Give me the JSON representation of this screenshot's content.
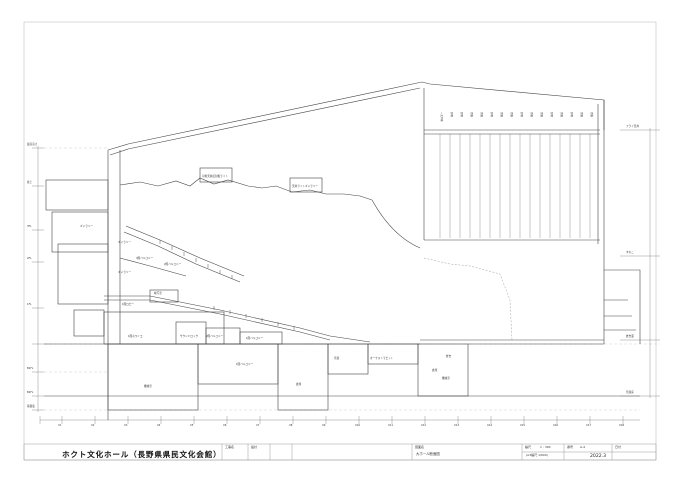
{
  "drawing": {
    "title": "ホクト文化ホール（長野県県民文化会館）",
    "sheet_name": "大ホール断面図",
    "scale": "1 : 300",
    "scale_note": "(A3縮尺 1/600)",
    "date": "2022.3",
    "sheet_number": "A-4"
  },
  "title_block": {
    "labels": [
      "工事名",
      "設計",
      "図面名",
      "縮尺",
      "番号",
      "日付"
    ]
  },
  "room_labels": [
    "ギャラリー",
    "ギャラリー",
    "3階バルコニー",
    "2階バルコニー",
    "ギャラリー",
    "映写室",
    "1階ロビー",
    "サウンドロック",
    "2階バルコニー",
    "1階バルコニー",
    "1階ホワイエ",
    "1階バルコニー",
    "機械室",
    "倉庫",
    "オーケストラピット",
    "奈落",
    "機械室",
    "舞台",
    "倉庫",
    "可動天井反射板ライト",
    "天井ライトギャラリー"
  ],
  "level_labels": [
    "最高高さ",
    "屋上",
    "3FL",
    "2FL",
    "1FL",
    "B1FL",
    "B2FL",
    "基礎底"
  ],
  "right_level_labels": [
    "フライ天井",
    "すのこ",
    "舞台面",
    "奈落床"
  ],
  "grid_labels": [
    "X1",
    "X2",
    "X3",
    "X4",
    "X5",
    "X6",
    "X7",
    "X8",
    "X9",
    "X10",
    "X11",
    "X12",
    "X13",
    "X14",
    "X15",
    "X16",
    "X17",
    "X18"
  ],
  "fly_batten_labels": [
    "一文字幕",
    "照明",
    "照明",
    "吊物",
    "吊物",
    "照明",
    "吊物",
    "吊物",
    "照明",
    "吊物",
    "吊物",
    "照明",
    "吊物",
    "照明",
    "吊物",
    "吊物"
  ]
}
